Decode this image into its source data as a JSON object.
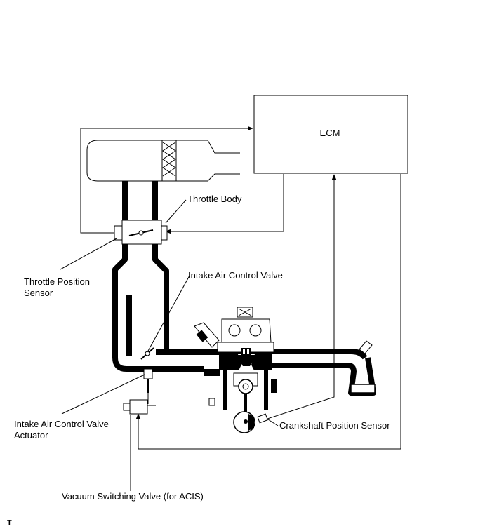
{
  "labels": {
    "ecm": "ECM",
    "throttle_body": "Throttle Body",
    "throttle_position_sensor_line1": "Throttle Position",
    "throttle_position_sensor_line2": "Sensor",
    "intake_air_control_valve": "Intake Air Control Valve",
    "iacv_actuator_line1": "Intake Air Control Valve",
    "iacv_actuator_line2": "Actuator",
    "crankshaft_position_sensor": "Crankshaft Position Sensor",
    "vacuum_switching_valve": "Vacuum Switching Valve (for ACIS)",
    "corner_mark": "T"
  }
}
